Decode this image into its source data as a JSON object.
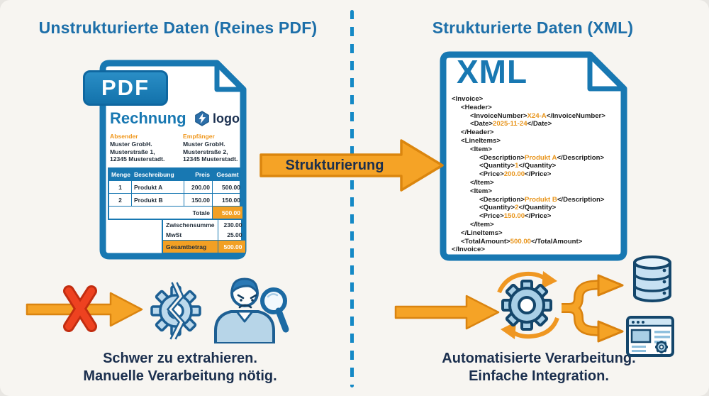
{
  "colors": {
    "background": "#f7f5f1",
    "primary_blue": "#1878b2",
    "title_blue": "#1d6fa9",
    "dark_navy": "#1b2f4e",
    "orange": "#f5a326",
    "orange_dark": "#d9820f",
    "orange_label": "#f0971c",
    "red_x": "#ee4220",
    "icon_light_blue": "#b7d5e8",
    "icon_dark_blue": "#14466b"
  },
  "header": {
    "left_title": "Unstrukturierte Daten (Reines PDF)",
    "right_title": "Strukturierte Daten (XML)"
  },
  "transform_arrow": {
    "label": "Strukturierung"
  },
  "pdf_document": {
    "badge_label": "PDF",
    "heading": "Rechnung",
    "logo": {
      "icon": "bolt-hexagon-icon",
      "text": "logo"
    },
    "sender": {
      "label": "Absender",
      "lines": [
        "Muster GrobH.",
        "Musterstraße 1,",
        "12345 Musterstadt."
      ]
    },
    "recipient": {
      "label": "Empfänger",
      "lines": [
        "Muster GrobH.",
        "Musterstraße 2,",
        "12345 Musterstadt."
      ]
    },
    "table": {
      "headers": [
        "Menge",
        "Beschreibung",
        "Preis",
        "Gesamt"
      ],
      "rows": [
        [
          "1",
          "Produkt A",
          "200.00",
          "500.00"
        ],
        [
          "2",
          "Produkt B",
          "150.00",
          "150.00"
        ]
      ],
      "total_label": "Totale",
      "total_value": "500.00"
    },
    "summary": {
      "rows": [
        {
          "label": "Zwischensumme",
          "value": "230.00"
        },
        {
          "label": "MwSt",
          "value": "25.00"
        }
      ],
      "grand_total_label": "Gesamtbetrag",
      "grand_total_value": "500.00"
    }
  },
  "xml_document": {
    "badge_label": "XML",
    "code_lines": [
      {
        "indent": 0,
        "parts": [
          {
            "text": "<Invoice>"
          }
        ]
      },
      {
        "indent": 1,
        "parts": [
          {
            "text": "<Header>"
          }
        ]
      },
      {
        "indent": 2,
        "parts": [
          {
            "text": "<InvoiceNumber>"
          },
          {
            "text": "X24-A",
            "highlight": true
          },
          {
            "text": "</InvoiceNumber>"
          }
        ]
      },
      {
        "indent": 2,
        "parts": [
          {
            "text": "<Date>"
          },
          {
            "text": "2025-11-24",
            "highlight": true
          },
          {
            "text": "</Date>"
          }
        ]
      },
      {
        "indent": 1,
        "parts": [
          {
            "text": "</Header>"
          }
        ]
      },
      {
        "indent": 1,
        "parts": [
          {
            "text": "<LineItems>"
          }
        ]
      },
      {
        "indent": 2,
        "parts": [
          {
            "text": "<Item>"
          }
        ]
      },
      {
        "indent": 3,
        "parts": [
          {
            "text": "<Description>"
          },
          {
            "text": "Produkt A",
            "highlight": true
          },
          {
            "text": "</Description>"
          }
        ]
      },
      {
        "indent": 3,
        "parts": [
          {
            "text": "<Quantity>"
          },
          {
            "text": "1",
            "highlight": true
          },
          {
            "text": "</Quantity>"
          }
        ]
      },
      {
        "indent": 3,
        "parts": [
          {
            "text": "<Price>"
          },
          {
            "text": "200.00",
            "highlight": true
          },
          {
            "text": "</Price>"
          }
        ]
      },
      {
        "indent": 2,
        "parts": [
          {
            "text": "</Item>"
          }
        ]
      },
      {
        "indent": 2,
        "parts": [
          {
            "text": "<Item>"
          }
        ]
      },
      {
        "indent": 3,
        "parts": [
          {
            "text": "<Description>"
          },
          {
            "text": "Produkt B",
            "highlight": true
          },
          {
            "text": "</Description>"
          }
        ]
      },
      {
        "indent": 3,
        "parts": [
          {
            "text": "<Quantity>"
          },
          {
            "text": "2",
            "highlight": true
          },
          {
            "text": "</Quantity>"
          }
        ]
      },
      {
        "indent": 3,
        "parts": [
          {
            "text": "<Price>"
          },
          {
            "text": "150.00",
            "highlight": true
          },
          {
            "text": "</Price>"
          }
        ]
      },
      {
        "indent": 2,
        "parts": [
          {
            "text": "</Item>"
          }
        ]
      },
      {
        "indent": 1,
        "parts": [
          {
            "text": "</LineItems>"
          }
        ]
      },
      {
        "indent": 1,
        "parts": [
          {
            "text": "<TotalAmount>"
          },
          {
            "text": "500.00",
            "highlight": true
          },
          {
            "text": "</TotalAmount>"
          }
        ]
      },
      {
        "indent": 0,
        "parts": [
          {
            "text": "</Invoice>"
          }
        ]
      }
    ]
  },
  "bottom_left": {
    "icons": [
      "blocked-arrow-icon",
      "red-x-icon",
      "broken-gear-icon",
      "frustrated-person-magnifier-icon"
    ],
    "caption": [
      "Schwer zu extrahieren.",
      "Manuelle Verarbeitung nötig."
    ]
  },
  "bottom_right": {
    "icons": [
      "flow-arrow-icon",
      "automation-gear-sync-icon",
      "branch-arrow-icon",
      "database-icon",
      "web-app-icon"
    ],
    "caption": [
      "Automatisierte Verarbeitung.",
      "Einfache Integration."
    ]
  }
}
